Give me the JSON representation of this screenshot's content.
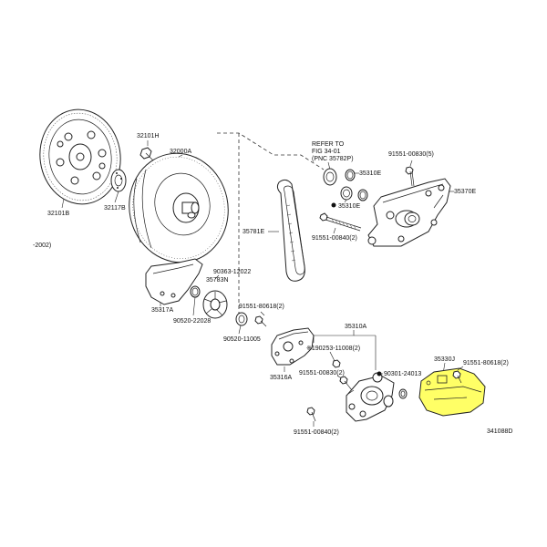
{
  "labels": {
    "flywheel": "32101B",
    "bolt_32101h": "32101H",
    "plate_32117b": "32117B",
    "converter": "32000A",
    "refer_line1": "REFER TO",
    "refer_line2": "FIG 34-01",
    "refer_line3": "(PNC 35782P)",
    "seal_35310e_a": "35310E",
    "seal_35310e_b": "35310E",
    "bolt_91551_00830_5": "91551-00830(5)",
    "bracket_35370e": "35370E",
    "chain_35781e": "35781E",
    "bolt_91551_00840_2_top": "91551-00840(2)",
    "year_note": "-2002)",
    "cover_35317a": "35317A",
    "part_90363": "90363-12022",
    "gear_35783n": "35783N",
    "bolt_91551_80618_2_mid": "91551-80618(2)",
    "part_90520_22028": "90520-22028",
    "part_90520_11005": "90520-11005",
    "pump_35310a": "35310A",
    "part_190253": "※190253-11008(2)",
    "bolt_91551_00830_2": "91551-00830(2)",
    "part_90301": "90301-24013",
    "plate_35316a": "35316A",
    "bolt_91551_00840_2_bot": "91551-00840(2)",
    "strainer_35330j": "35330J",
    "bolt_91551_80618_2_right": "91551-80618(2)",
    "figure_id": "341088D"
  },
  "colors": {
    "highlight": "#ffff66",
    "line": "#222222"
  }
}
